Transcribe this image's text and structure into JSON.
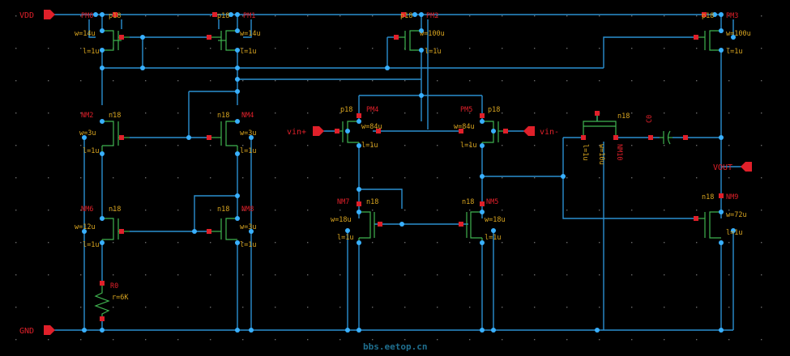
{
  "canvas_bg": "#000000",
  "colors": {
    "wire": "#2a8fd0",
    "device": "#3fb34f",
    "label_red": "#e0202a",
    "label_orange": "#d9a520",
    "pin": "#e0202a",
    "dot": "#39b0ff",
    "watermark": "#1f6f8f"
  },
  "ports": {
    "vdd": "VDD",
    "gnd": "GND",
    "vinp": "vin+",
    "vinm": "vin-",
    "vout": "VOUT"
  },
  "devices": {
    "pm0": {
      "name": "PM0",
      "model": "p18",
      "w": "w=14u",
      "l": "l=1u"
    },
    "pm1": {
      "name": "PM1",
      "model": "p18",
      "w": "w=14u",
      "l": "l=1u"
    },
    "pm2": {
      "name": "PM2",
      "model": "p18",
      "w": "w=100u",
      "l": "l=1u"
    },
    "pm3": {
      "name": "PM3",
      "model": "p18",
      "w": "w=100u",
      "l": "l=1u"
    },
    "nm2": {
      "name": "NM2",
      "model": "n18",
      "w": "w=3u",
      "l": "l=1u"
    },
    "nm4": {
      "name": "NM4",
      "model": "n18",
      "w": "w=3u",
      "l": "l=1u"
    },
    "nm6": {
      "name": "NM6",
      "model": "n18",
      "w": "w=12u",
      "l": "l=1u"
    },
    "nm8": {
      "name": "NM8",
      "model": "n18",
      "w": "w=3u",
      "l": "l=1u"
    },
    "pm4": {
      "name": "PM4",
      "model": "p18",
      "w": "w=84u",
      "l": "l=1u"
    },
    "pm5": {
      "name": "PM5",
      "model": "p18",
      "w": "w=84u",
      "l": "l=1u"
    },
    "nm7": {
      "name": "NM7",
      "model": "n18",
      "w": "w=18u",
      "l": "l=1u"
    },
    "nm5": {
      "name": "NM5",
      "model": "n18",
      "w": "w=18u",
      "l": "l=1u"
    },
    "nm10": {
      "name": "NM10",
      "model": "n18",
      "w": "w=10u",
      "l": "l=1u"
    },
    "nm9": {
      "name": "NM9",
      "model": "n18",
      "w": "w=72u",
      "l": "l=1u"
    },
    "r0": {
      "name": "R0",
      "value": "r=6K"
    },
    "c0": {
      "name": "C0"
    }
  },
  "watermark": "bbs.eetop.cn"
}
